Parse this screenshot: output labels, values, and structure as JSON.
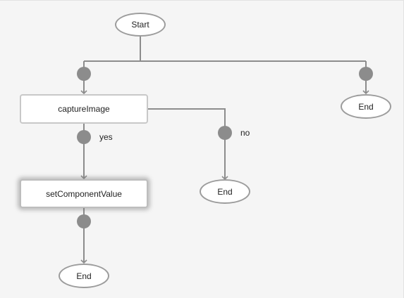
{
  "diagram": {
    "nodes": {
      "start": "Start",
      "capture_image": "captureImage",
      "set_component_value": "setComponentValue",
      "end_right": "End",
      "end_no": "End",
      "end_bottom": "End"
    },
    "edges": {
      "yes_label": "yes",
      "no_label": "no"
    }
  },
  "colors": {
    "line": "#8c8c8c",
    "connector_dot": "#8c8c8c",
    "background": "#f5f5f5"
  }
}
